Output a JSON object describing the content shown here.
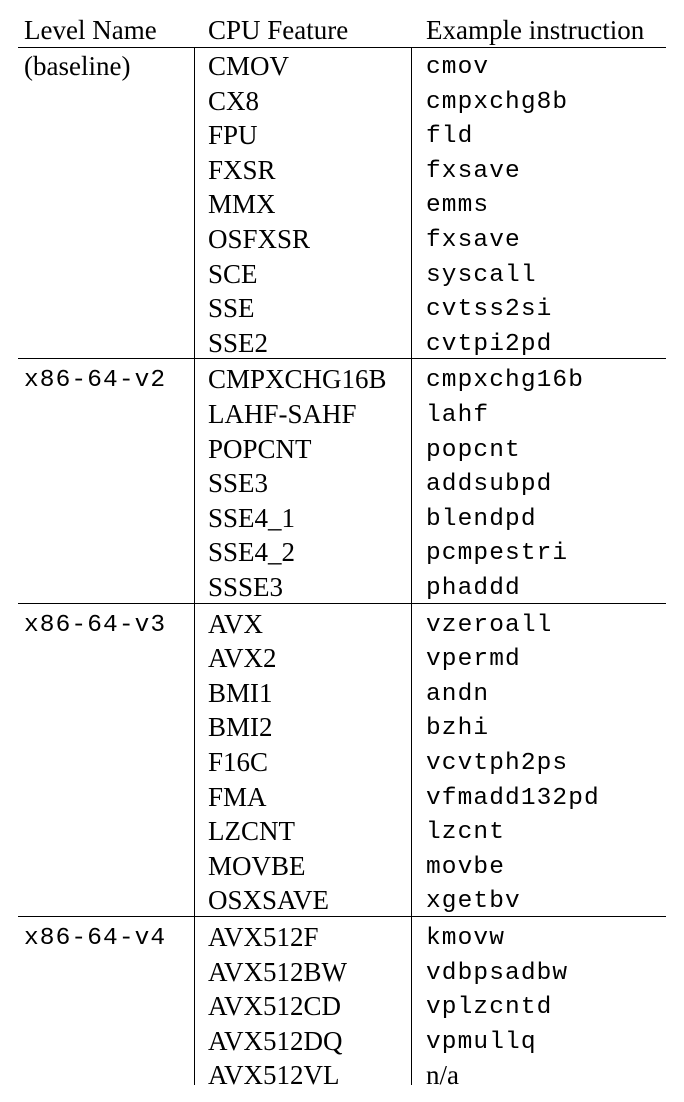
{
  "headers": {
    "level": "Level Name",
    "feature": "CPU Feature",
    "example": "Example instruction"
  },
  "groups": [
    {
      "level": "(baseline)",
      "level_mono": false,
      "rows": [
        {
          "feature": "CMOV",
          "example": "cmov"
        },
        {
          "feature": "CX8",
          "example": "cmpxchg8b"
        },
        {
          "feature": "FPU",
          "example": "fld"
        },
        {
          "feature": "FXSR",
          "example": "fxsave"
        },
        {
          "feature": "MMX",
          "example": "emms"
        },
        {
          "feature": "OSFXSR",
          "example": "fxsave"
        },
        {
          "feature": "SCE",
          "example": "syscall"
        },
        {
          "feature": "SSE",
          "example": "cvtss2si"
        },
        {
          "feature": "SSE2",
          "example": "cvtpi2pd"
        }
      ]
    },
    {
      "level": "x86-64-v2",
      "level_mono": true,
      "rows": [
        {
          "feature": "CMPXCHG16B",
          "example": "cmpxchg16b"
        },
        {
          "feature": "LAHF-SAHF",
          "example": "lahf"
        },
        {
          "feature": "POPCNT",
          "example": "popcnt"
        },
        {
          "feature": "SSE3",
          "example": "addsubpd"
        },
        {
          "feature": "SSE4_1",
          "example": "blendpd"
        },
        {
          "feature": "SSE4_2",
          "example": "pcmpestri"
        },
        {
          "feature": "SSSE3",
          "example": "phaddd"
        }
      ]
    },
    {
      "level": "x86-64-v3",
      "level_mono": true,
      "rows": [
        {
          "feature": "AVX",
          "example": "vzeroall"
        },
        {
          "feature": "AVX2",
          "example": "vpermd"
        },
        {
          "feature": "BMI1",
          "example": "andn"
        },
        {
          "feature": "BMI2",
          "example": "bzhi"
        },
        {
          "feature": "F16C",
          "example": "vcvtph2ps"
        },
        {
          "feature": "FMA",
          "example": "vfmadd132pd"
        },
        {
          "feature": "LZCNT",
          "example": "lzcnt"
        },
        {
          "feature": "MOVBE",
          "example": "movbe"
        },
        {
          "feature": "OSXSAVE",
          "example": "xgetbv"
        }
      ]
    },
    {
      "level": "x86-64-v4",
      "level_mono": true,
      "rows": [
        {
          "feature": "AVX512F",
          "example": "kmovw"
        },
        {
          "feature": "AVX512BW",
          "example": "vdbpsadbw"
        },
        {
          "feature": "AVX512CD",
          "example": "vplzcntd"
        },
        {
          "feature": "AVX512DQ",
          "example": "vpmullq"
        },
        {
          "feature": "AVX512VL",
          "example": "n/a",
          "example_mono": false
        }
      ]
    }
  ]
}
